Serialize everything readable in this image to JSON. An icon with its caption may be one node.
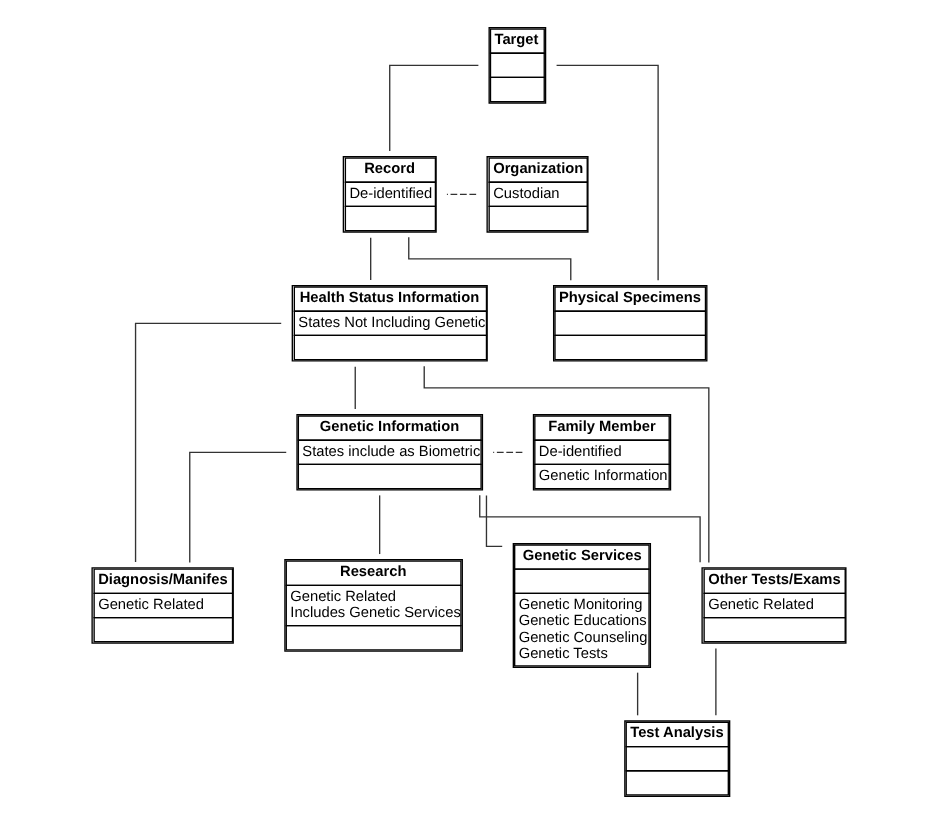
{
  "diagram": {
    "nodes": [
      {
        "text": [
          "Target"
        ]
      },
      {
        "text": [
          "Organization",
          "Custodian"
        ]
      },
      {
        "text": [
          "Record",
          "De-identified"
        ]
      },
      {
        "text": [
          "Physical Specimens"
        ]
      },
      {
        "text": [
          "Health Status Information",
          "States Not Including Genetic"
        ]
      },
      {
        "text": [
          "Family Member",
          "De-identified",
          "Genetic Information"
        ]
      },
      {
        "text": [
          "Genetic Information",
          "States include as Biometric"
        ]
      },
      {
        "text": [
          "Research",
          "Genetic Related",
          "Includes Genetic Services"
        ]
      },
      {
        "text": [
          "Genetic Services",
          "Genetic Monitoring",
          "Genetic Educations",
          "Genetic Counseling",
          "Genetic Tests"
        ]
      },
      {
        "text": [
          "Other Tests/Exams",
          "Genetic Related"
        ]
      },
      {
        "text": [
          "Diagnosis/Manifes",
          "Genetic Related"
        ]
      },
      {
        "text": [
          "Test Analysis"
        ]
      }
    ],
    "edges": [
      {
        "from": 0,
        "to": 2,
        "arrow": "none"
      },
      {
        "from": 0,
        "to": 3,
        "arrow": "none"
      },
      {
        "from": 1,
        "to": 2,
        "arrow": "none",
        "style": "dashed"
      },
      {
        "from": 2,
        "to": 3,
        "arrow": "none"
      },
      {
        "from": 2,
        "to": 4,
        "arrow": "none"
      },
      {
        "from": 4,
        "to": 6,
        "arrow": "none"
      },
      {
        "from": 4,
        "to": 9,
        "arrow": "none"
      },
      {
        "from": 4,
        "to": 10,
        "arrow": "none"
      },
      {
        "from": 5,
        "to": 6,
        "arrow": "none",
        "style": "dashed"
      },
      {
        "from": 6,
        "to": 7,
        "arrow": "none"
      },
      {
        "from": 6,
        "to": 8,
        "arrow": "none"
      },
      {
        "from": 6,
        "to": 9,
        "arrow": "none"
      },
      {
        "from": 6,
        "to": 10,
        "arrow": "none"
      },
      {
        "from": 9,
        "to": 11,
        "arrow": "none"
      },
      {
        "from": 8,
        "to": 11,
        "arrow": "none"
      }
    ]
  }
}
